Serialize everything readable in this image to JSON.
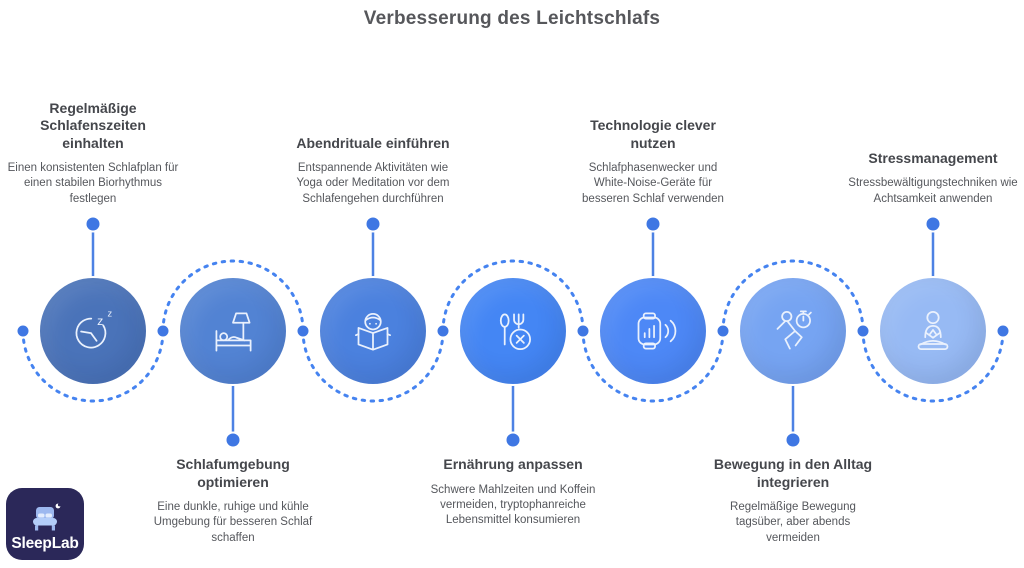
{
  "title": "Verbesserung des Leichtschlafs",
  "colors": {
    "connector_blue": "#4583f0",
    "dot_blue": "#3f77e3",
    "title_text": "#56575b",
    "heading_text": "#45474c",
    "body_text": "#55575c",
    "logo_bg": "#2b2859"
  },
  "steps": [
    {
      "position": "top",
      "title": "Regelmäßige Schlafenszeiten einhalten",
      "description": "Einen konsistenten Schlafplan für einen stabilen Biorhythmus festlegen",
      "icon": "clock-sleep-icon",
      "circle_color": "#4a73b9"
    },
    {
      "position": "bottom",
      "title": "Schlafumgebung optimieren",
      "description": "Eine dunkle, ruhige und kühle Umgebung für besseren Schlaf schaffen",
      "icon": "bed-lamp-icon",
      "circle_color": "#5283d3"
    },
    {
      "position": "top",
      "title": "Abendrituale einführen",
      "description": "Entspannende Aktivitäten wie Yoga oder Meditation vor dem Schlafengehen durchführen",
      "icon": "person-reading-icon",
      "circle_color": "#4b81de"
    },
    {
      "position": "bottom",
      "title": "Ernährung anpassen",
      "description": "Schwere Mahlzeiten und Koffein vermeiden, tryptophanreiche Lebensmittel konsumieren",
      "icon": "cutlery-no-icon",
      "circle_color": "#4486f4"
    },
    {
      "position": "top",
      "title": "Technologie clever nutzen",
      "description": "Schlafphasenwecker und White-Noise-Geräte für besseren Schlaf verwenden",
      "icon": "smartwatch-sound-icon",
      "circle_color": "#4d88f6"
    },
    {
      "position": "bottom",
      "title": "Bewegung in den Alltag integrieren",
      "description": "Regelmäßige Bewegung tagsüber, aber abends vermeiden",
      "icon": "runner-stopwatch-icon",
      "circle_color": "#76a4f2"
    },
    {
      "position": "top",
      "title": "Stressmanagement",
      "description": "Stressbewältigungstechniken wie Achtsamkeit anwenden",
      "icon": "meditation-icon",
      "circle_color": "#97baf4"
    }
  ],
  "logo": {
    "text": "SleepLab",
    "icon": "bed-moon-icon"
  }
}
